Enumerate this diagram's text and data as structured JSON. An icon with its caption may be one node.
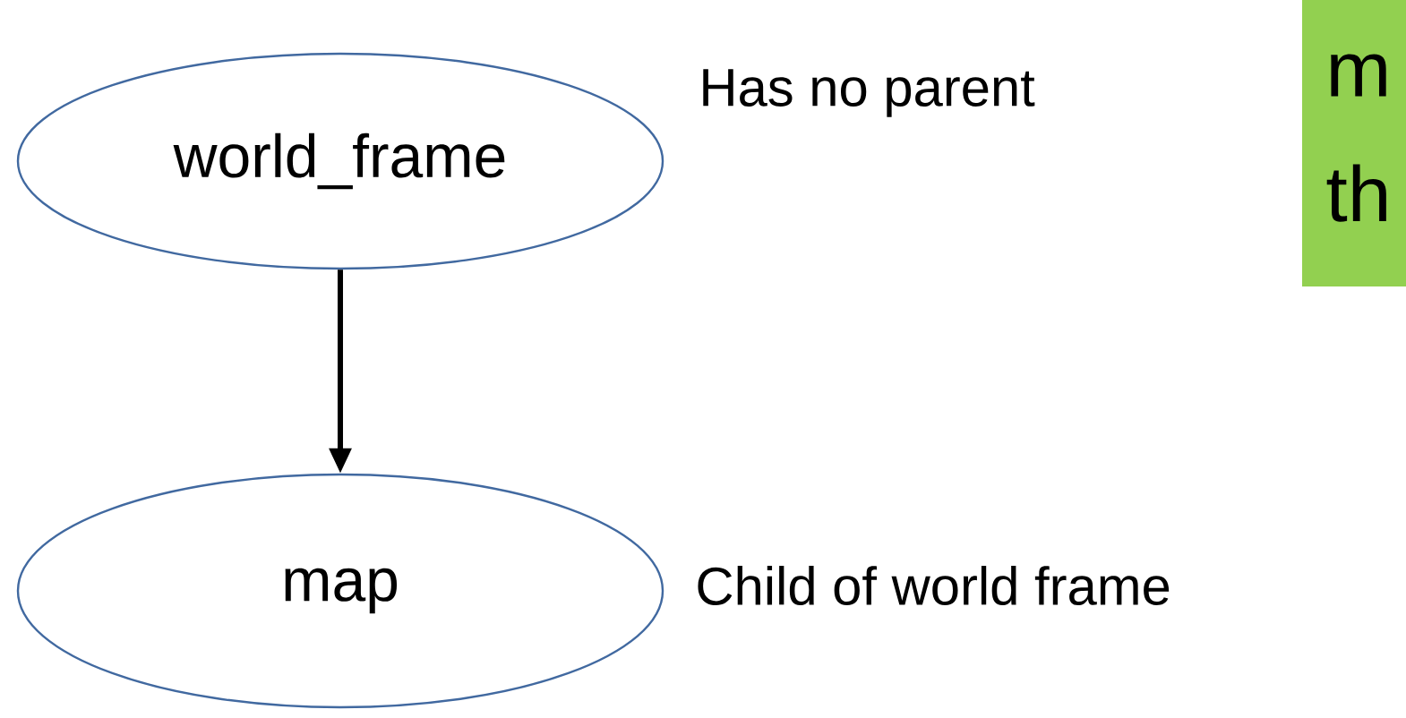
{
  "diagram": {
    "nodes": [
      {
        "text": [
          "world_frame"
        ],
        "beside": [
          "Has no parent"
        ]
      },
      {
        "text": [
          "map"
        ],
        "beside": [
          "Child of world frame"
        ]
      },
      {
        "text": [
          "m th"
        ]
      }
    ],
    "edges": [
      {
        "from": 0,
        "to": 1,
        "arrow": "to"
      }
    ]
  }
}
